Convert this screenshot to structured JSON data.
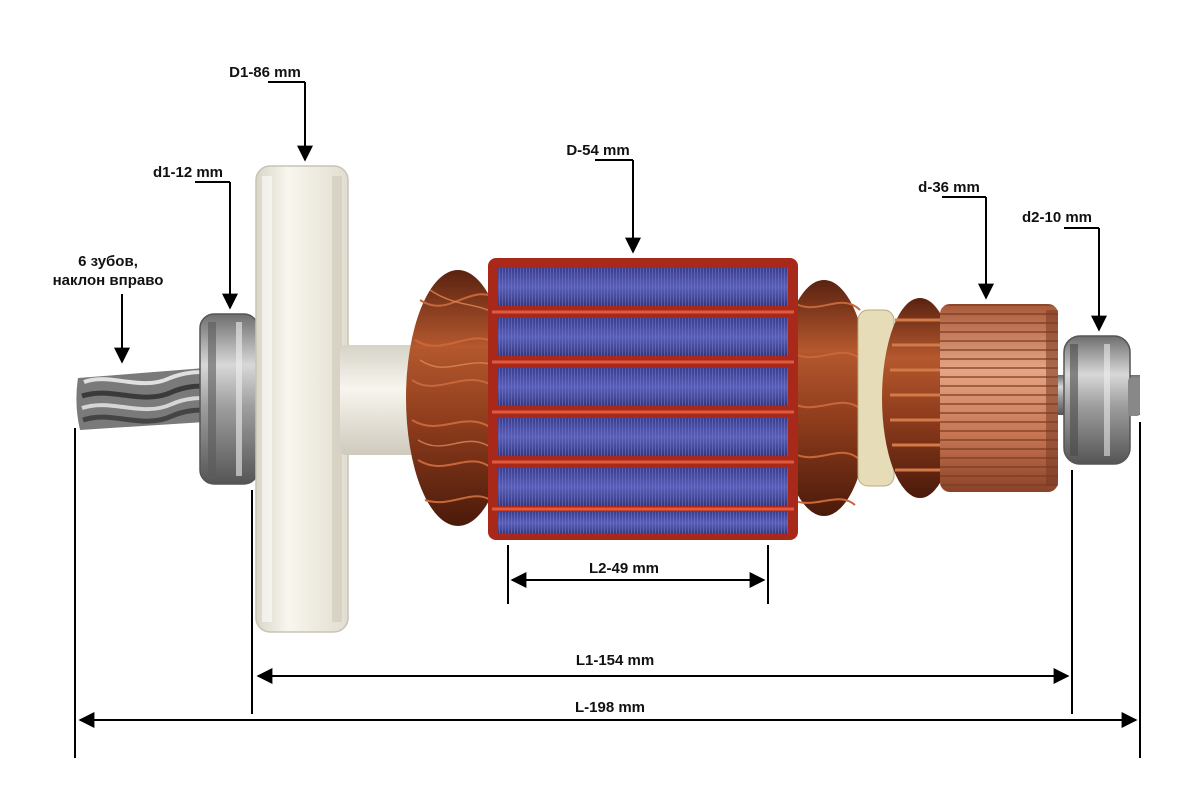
{
  "labels": {
    "d1_outer": "D1-86 mm",
    "d1_shaft": "d1-12 mm",
    "gear_line1": "6 зубов,",
    "gear_line2": "наклон вправо",
    "core_diameter": "D-54 mm",
    "commutator_diameter": "d-36 mm",
    "d2_bearing": "d2-10 mm",
    "core_length": "L2-49 mm",
    "bearing_span": "L1-154 mm",
    "total_length": "L-198 mm"
  },
  "colors": {
    "copper": "#b5552a",
    "copper_dark": "#6e2a12",
    "lamination_blue": "#4a4fa8",
    "insulation_red": "#d2402e",
    "fan_white": "#f3f0e6",
    "bearing_steel": "#9a9a9a",
    "shaft_steel": "#8c8c8c",
    "commutator_copper": "#d98a62"
  }
}
